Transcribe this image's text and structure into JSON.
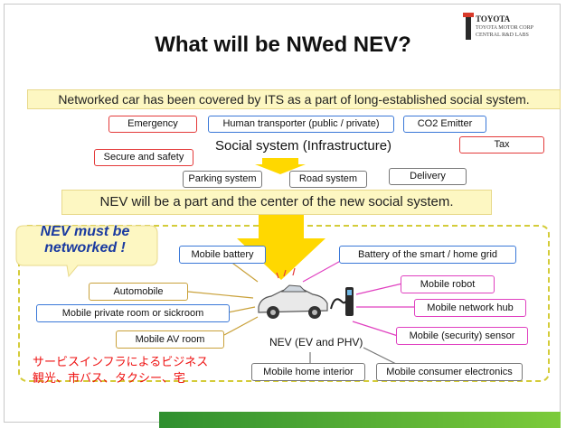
{
  "title": "What will be NWed NEV?",
  "logo": {
    "brand": "TOYOTA",
    "line1": "TOYOTA MOTOR CORP",
    "line2": "CENTRAL R&D LABS"
  },
  "intro_banner": "Networked car has been covered by ITS as a part of long-established social system.",
  "social": {
    "center": "Social system (Infrastructure)",
    "tags": {
      "emergency": "Emergency",
      "human_transporter": "Human transporter (public / private)",
      "co2": "CO2 Emitter",
      "tax": "Tax",
      "secure": "Secure and safety",
      "parking": "Parking system",
      "road": "Road system",
      "delivery": "Delivery"
    }
  },
  "nev_banner": "NEV will be a part and the center of the new social system.",
  "callout": "NEV must be networked !",
  "nev_center": "NEV (EV and PHV)",
  "nev_roles": {
    "mobile_battery": "Mobile battery",
    "smart_grid": "Battery of the smart / home grid",
    "automobile": "Automobile",
    "mobile_robot": "Mobile robot",
    "private_room": "Mobile private room or sickroom",
    "network_hub": "Mobile network hub",
    "av_room": "Mobile AV room",
    "security_sensor": "Mobile (security) sensor",
    "home_interior": "Mobile home interior",
    "consumer_electronics": "Mobile consumer electronics"
  },
  "japanese_note": {
    "line1": "サービスインフラによるビジネス",
    "line2": "観光、市バス、タクシー、宅"
  },
  "colors": {
    "red_tag": "#e43a3a",
    "blue_tag": "#3a78d8",
    "pink_tag": "#e040c0",
    "olive_tag": "#c9a13a",
    "arrow": "#ffd800",
    "banner": "#fdf7c2",
    "callout_text": "#1a3aa0"
  },
  "icons": [
    "toyota-logo-icon",
    "down-arrow-icon",
    "car-icon",
    "charger-plug-icon",
    "callout-bubble-icon"
  ]
}
